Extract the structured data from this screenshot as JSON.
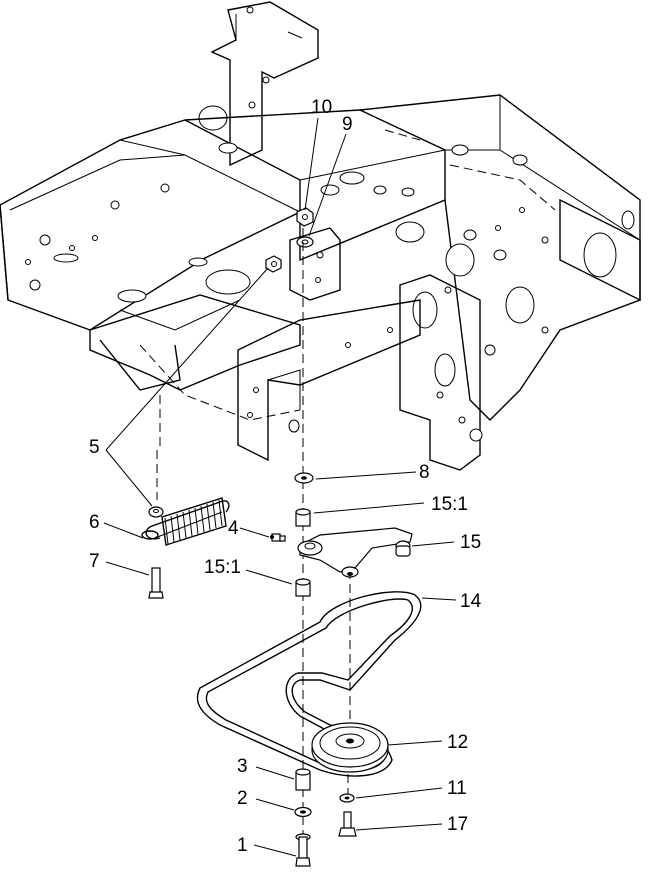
{
  "diagram": {
    "type": "exploded-parts-view",
    "callouts": {
      "c1": "1",
      "c2": "2",
      "c3": "3",
      "c4": "4",
      "c5": "5",
      "c6": "6",
      "c7": "7",
      "c8": "8",
      "c9": "9",
      "c10": "10",
      "c11": "11",
      "c12": "12",
      "c14": "14",
      "c15": "15",
      "c15_1a": "15:1",
      "c15_1b": "15:1",
      "c17": "17"
    }
  }
}
